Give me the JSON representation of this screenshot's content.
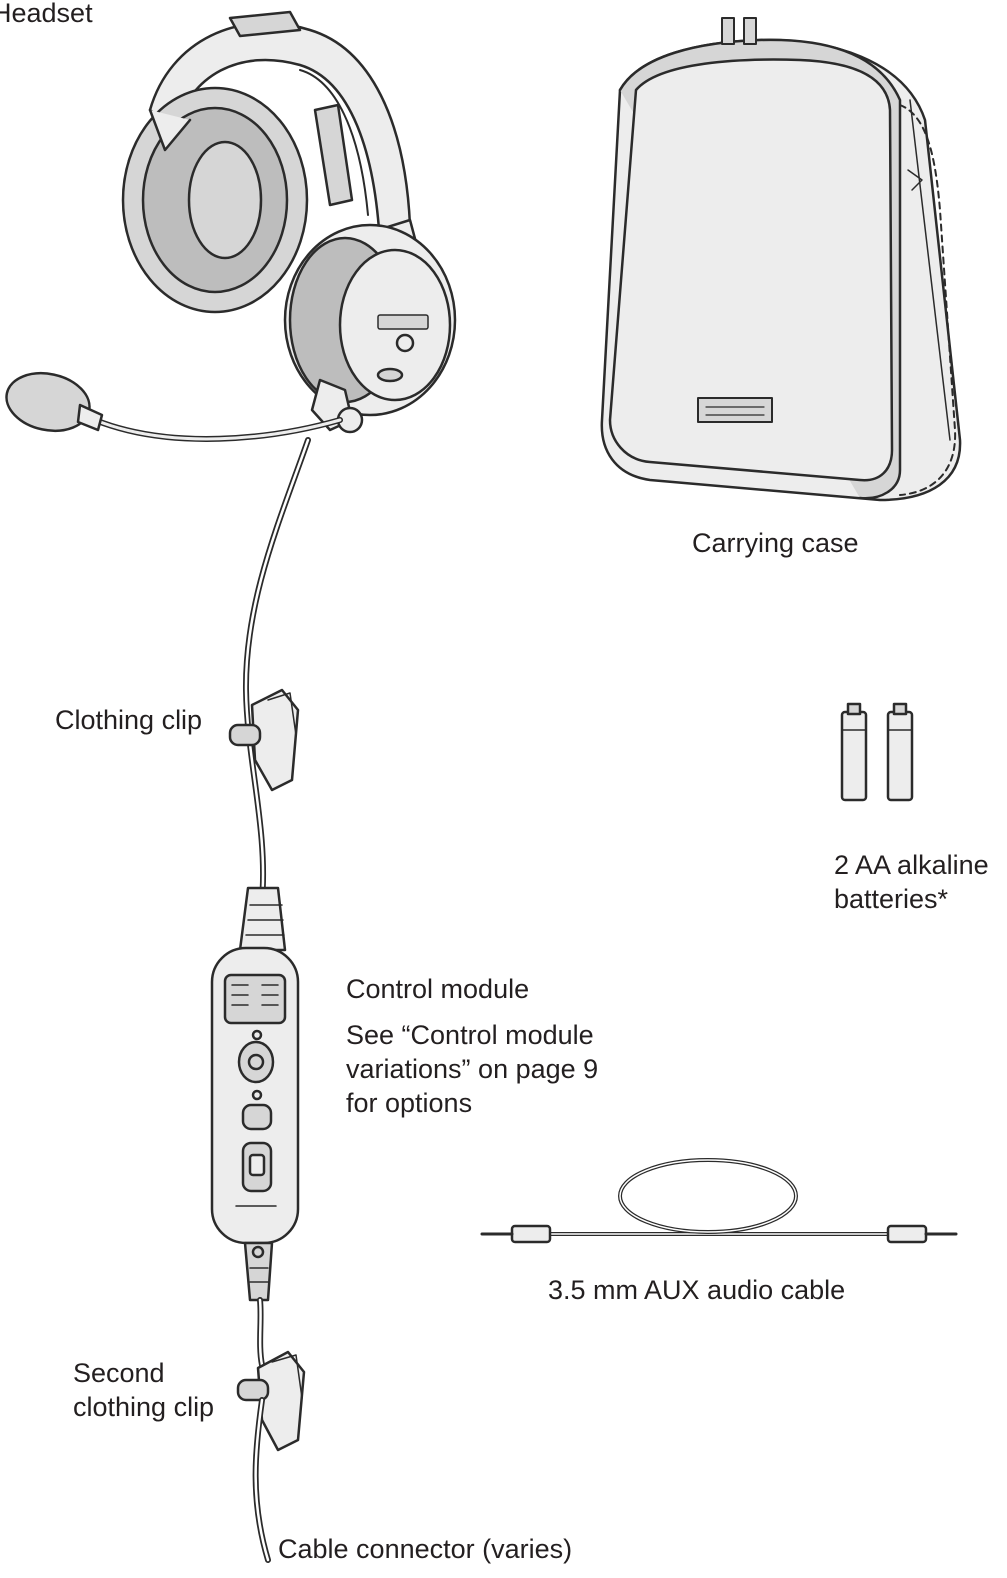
{
  "labels": {
    "headset": "Headset",
    "carrying_case": "Carrying case",
    "clothing_clip": "Clothing clip",
    "batteries": [
      "2 AA alkaline",
      "batteries*"
    ],
    "control_module": "Control module",
    "control_module_note": [
      "See “Control module",
      "variations” on page 9",
      "for options"
    ],
    "aux_cable": "3.5 mm AUX audio cable",
    "second_clip": [
      "Second",
      "clothing clip"
    ],
    "cable_connector": "Cable connector (varies)"
  },
  "colors": {
    "line": "#2b2b2b",
    "fill_light": "#ededed",
    "fill_mid": "#d6d6d6",
    "fill_dark": "#bdbdbd"
  }
}
